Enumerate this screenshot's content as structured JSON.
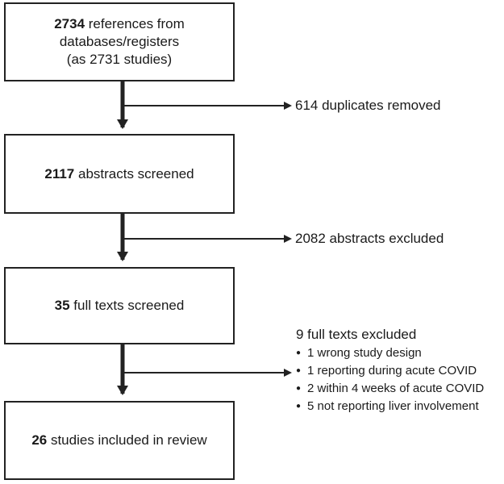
{
  "boxes": [
    {
      "count": "2734",
      "text_line1": " references from",
      "text_line2": "databases/registers",
      "text_line3": "(as 2731 studies)"
    },
    {
      "count": "2117",
      "text": " abstracts screened"
    },
    {
      "count": "35",
      "text": " full texts screened"
    },
    {
      "count": "26",
      "text": " studies included in review"
    }
  ],
  "side_notes": {
    "duplicates": "614 duplicates removed",
    "abstracts_excluded": "2082 abstracts excluded"
  },
  "fulltext_exclusions": {
    "title": "9 full texts excluded",
    "items": [
      "1 wrong study design",
      "1 reporting during acute COVID",
      "2 within 4 weeks of acute COVID",
      "5 not reporting liver involvement"
    ]
  }
}
